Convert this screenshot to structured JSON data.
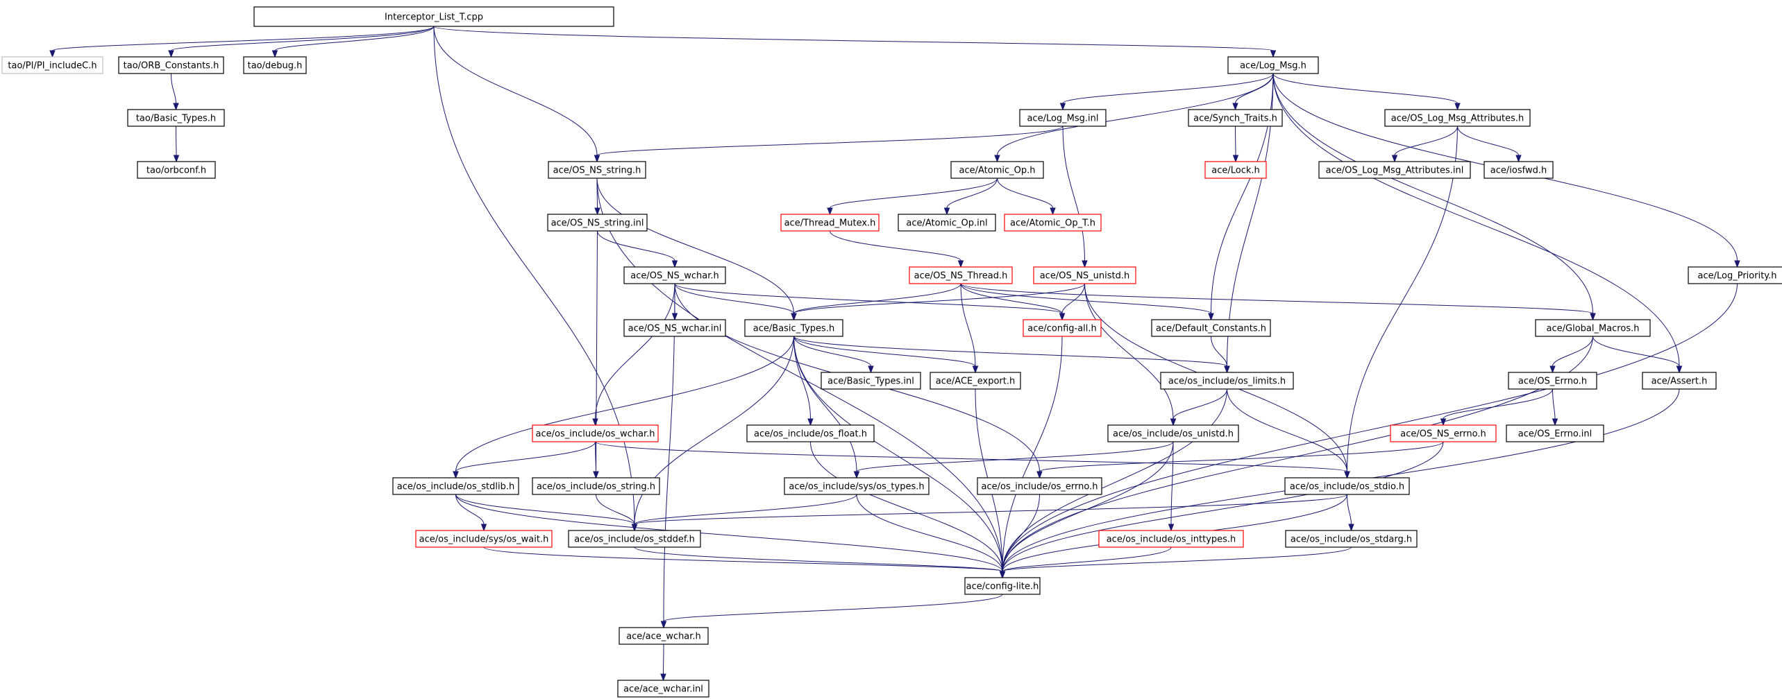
{
  "colors": {
    "edge": "#191970",
    "border_normal": "#000000",
    "border_truncated": "#ff0000",
    "border_external": "#bfbfbf",
    "root_fill": "#bfbfbf"
  },
  "nodes": [
    {
      "id": "root",
      "label": "Interceptor_List_T.cpp",
      "kind": "root"
    },
    {
      "id": "pi_includeC",
      "label": "tao/PI/PI_includeC.h",
      "kind": "external"
    },
    {
      "id": "orb_constants",
      "label": "tao/ORB_Constants.h",
      "kind": "normal"
    },
    {
      "id": "tao_debug",
      "label": "tao/debug.h",
      "kind": "normal"
    },
    {
      "id": "tao_basic_types",
      "label": "tao/Basic_Types.h",
      "kind": "normal"
    },
    {
      "id": "tao_orbconf",
      "label": "tao/orbconf.h",
      "kind": "normal"
    },
    {
      "id": "log_msg",
      "label": "ace/Log_Msg.h",
      "kind": "normal"
    },
    {
      "id": "log_msg_inl",
      "label": "ace/Log_Msg.inl",
      "kind": "normal"
    },
    {
      "id": "synch_traits",
      "label": "ace/Synch_Traits.h",
      "kind": "normal"
    },
    {
      "id": "os_log_msg_attr",
      "label": "ace/OS_Log_Msg_Attributes.h",
      "kind": "normal"
    },
    {
      "id": "lock_h",
      "label": "ace/Lock.h",
      "kind": "truncated"
    },
    {
      "id": "os_log_msg_attr_inl",
      "label": "ace/OS_Log_Msg_Attributes.inl",
      "kind": "normal"
    },
    {
      "id": "iosfwd",
      "label": "ace/iosfwd.h",
      "kind": "normal"
    },
    {
      "id": "os_ns_string",
      "label": "ace/OS_NS_string.h",
      "kind": "normal"
    },
    {
      "id": "atomic_op",
      "label": "ace/Atomic_Op.h",
      "kind": "normal"
    },
    {
      "id": "os_ns_string_inl",
      "label": "ace/OS_NS_string.inl",
      "kind": "normal"
    },
    {
      "id": "thread_mutex",
      "label": "ace/Thread_Mutex.h",
      "kind": "truncated"
    },
    {
      "id": "atomic_op_inl",
      "label": "ace/Atomic_Op.inl",
      "kind": "normal"
    },
    {
      "id": "atomic_op_t",
      "label": "ace/Atomic_Op_T.h",
      "kind": "truncated"
    },
    {
      "id": "os_ns_wchar",
      "label": "ace/OS_NS_wchar.h",
      "kind": "normal"
    },
    {
      "id": "os_ns_thread",
      "label": "ace/OS_NS_Thread.h",
      "kind": "truncated"
    },
    {
      "id": "os_ns_unistd",
      "label": "ace/OS_NS_unistd.h",
      "kind": "truncated"
    },
    {
      "id": "log_priority",
      "label": "ace/Log_Priority.h",
      "kind": "normal"
    },
    {
      "id": "os_ns_wchar_inl",
      "label": "ace/OS_NS_wchar.inl",
      "kind": "normal"
    },
    {
      "id": "ace_basic_types",
      "label": "ace/Basic_Types.h",
      "kind": "normal"
    },
    {
      "id": "config_all",
      "label": "ace/config-all.h",
      "kind": "truncated"
    },
    {
      "id": "default_constants",
      "label": "ace/Default_Constants.h",
      "kind": "normal"
    },
    {
      "id": "global_macros",
      "label": "ace/Global_Macros.h",
      "kind": "normal"
    },
    {
      "id": "basic_types_inl",
      "label": "ace/Basic_Types.inl",
      "kind": "normal"
    },
    {
      "id": "ace_export",
      "label": "ace/ACE_export.h",
      "kind": "normal"
    },
    {
      "id": "os_limits",
      "label": "ace/os_include/os_limits.h",
      "kind": "normal"
    },
    {
      "id": "os_errno_h",
      "label": "ace/OS_Errno.h",
      "kind": "normal"
    },
    {
      "id": "assert_h",
      "label": "ace/Assert.h",
      "kind": "normal"
    },
    {
      "id": "os_wchar",
      "label": "ace/os_include/os_wchar.h",
      "kind": "truncated"
    },
    {
      "id": "os_float",
      "label": "ace/os_include/os_float.h",
      "kind": "normal"
    },
    {
      "id": "os_unistd",
      "label": "ace/os_include/os_unistd.h",
      "kind": "normal"
    },
    {
      "id": "os_ns_errno",
      "label": "ace/OS_NS_errno.h",
      "kind": "truncated"
    },
    {
      "id": "os_errno_inl",
      "label": "ace/OS_Errno.inl",
      "kind": "normal"
    },
    {
      "id": "os_stdlib",
      "label": "ace/os_include/os_stdlib.h",
      "kind": "normal"
    },
    {
      "id": "os_string",
      "label": "ace/os_include/os_string.h",
      "kind": "normal"
    },
    {
      "id": "os_types",
      "label": "ace/os_include/sys/os_types.h",
      "kind": "normal"
    },
    {
      "id": "os_errno_inc",
      "label": "ace/os_include/os_errno.h",
      "kind": "normal"
    },
    {
      "id": "os_stdio",
      "label": "ace/os_include/os_stdio.h",
      "kind": "normal"
    },
    {
      "id": "os_wait",
      "label": "ace/os_include/sys/os_wait.h",
      "kind": "truncated"
    },
    {
      "id": "os_stddef",
      "label": "ace/os_include/os_stddef.h",
      "kind": "normal"
    },
    {
      "id": "os_inttypes",
      "label": "ace/os_include/os_inttypes.h",
      "kind": "truncated"
    },
    {
      "id": "os_stdarg",
      "label": "ace/os_include/os_stdarg.h",
      "kind": "normal"
    },
    {
      "id": "config_lite",
      "label": "ace/config-lite.h",
      "kind": "normal"
    },
    {
      "id": "ace_wchar",
      "label": "ace/ace_wchar.h",
      "kind": "normal"
    },
    {
      "id": "ace_wchar_inl",
      "label": "ace/ace_wchar.inl",
      "kind": "normal"
    }
  ],
  "edges": [
    [
      "root",
      "pi_includeC"
    ],
    [
      "root",
      "orb_constants"
    ],
    [
      "root",
      "tao_debug"
    ],
    [
      "root",
      "log_msg"
    ],
    [
      "root",
      "os_ns_string"
    ],
    [
      "root",
      "os_stddef"
    ],
    [
      "orb_constants",
      "tao_basic_types"
    ],
    [
      "tao_basic_types",
      "tao_orbconf"
    ],
    [
      "log_msg",
      "log_msg_inl"
    ],
    [
      "log_msg",
      "synch_traits"
    ],
    [
      "log_msg",
      "os_log_msg_attr"
    ],
    [
      "log_msg",
      "atomic_op"
    ],
    [
      "log_msg",
      "default_constants"
    ],
    [
      "log_msg",
      "os_limits"
    ],
    [
      "log_msg",
      "global_macros"
    ],
    [
      "log_msg",
      "assert_h"
    ],
    [
      "log_msg",
      "log_priority"
    ],
    [
      "log_msg_inl",
      "os_ns_string"
    ],
    [
      "log_msg_inl",
      "os_ns_unistd"
    ],
    [
      "synch_traits",
      "lock_h"
    ],
    [
      "os_log_msg_attr",
      "os_log_msg_attr_inl"
    ],
    [
      "os_log_msg_attr",
      "iosfwd"
    ],
    [
      "os_log_msg_attr",
      "os_stdio"
    ],
    [
      "os_ns_string",
      "os_ns_string_inl"
    ],
    [
      "os_ns_string",
      "ace_basic_types"
    ],
    [
      "os_ns_string",
      "config_lite"
    ],
    [
      "atomic_op",
      "thread_mutex"
    ],
    [
      "atomic_op",
      "atomic_op_inl"
    ],
    [
      "atomic_op",
      "atomic_op_t"
    ],
    [
      "thread_mutex",
      "os_ns_thread"
    ],
    [
      "os_ns_string_inl",
      "os_ns_wchar"
    ],
    [
      "os_ns_string_inl",
      "os_string"
    ],
    [
      "os_ns_wchar",
      "os_ns_wchar_inl"
    ],
    [
      "os_ns_wchar",
      "ace_basic_types"
    ],
    [
      "os_ns_wchar",
      "config_all"
    ],
    [
      "os_ns_wchar",
      "os_wchar"
    ],
    [
      "os_ns_wchar",
      "os_errno_inc"
    ],
    [
      "os_ns_wchar",
      "ace_wchar"
    ],
    [
      "os_ns_thread",
      "ace_basic_types"
    ],
    [
      "os_ns_thread",
      "config_all"
    ],
    [
      "os_ns_thread",
      "default_constants"
    ],
    [
      "os_ns_thread",
      "ace_export"
    ],
    [
      "os_ns_thread",
      "global_macros"
    ],
    [
      "os_ns_unistd",
      "ace_basic_types"
    ],
    [
      "os_ns_unistd",
      "config_all"
    ],
    [
      "os_ns_unistd",
      "os_unistd"
    ],
    [
      "os_ns_unistd",
      "os_stdio"
    ],
    [
      "ace_basic_types",
      "basic_types_inl"
    ],
    [
      "ace_basic_types",
      "ace_export"
    ],
    [
      "ace_basic_types",
      "os_limits"
    ],
    [
      "ace_basic_types",
      "os_float"
    ],
    [
      "ace_basic_types",
      "os_types"
    ],
    [
      "ace_basic_types",
      "os_stdlib"
    ],
    [
      "ace_basic_types",
      "os_stddef"
    ],
    [
      "ace_basic_types",
      "config_lite"
    ],
    [
      "config_all",
      "config_lite"
    ],
    [
      "default_constants",
      "os_limits"
    ],
    [
      "global_macros",
      "os_errno_h"
    ],
    [
      "global_macros",
      "assert_h"
    ],
    [
      "global_macros",
      "config_lite"
    ],
    [
      "os_limits",
      "os_unistd"
    ],
    [
      "os_limits",
      "os_stdio"
    ],
    [
      "os_limits",
      "config_lite"
    ],
    [
      "os_errno_h",
      "os_ns_errno"
    ],
    [
      "os_errno_h",
      "os_errno_inl"
    ],
    [
      "ace_export",
      "config_lite"
    ],
    [
      "os_wchar",
      "os_stdlib"
    ],
    [
      "os_wchar",
      "os_string"
    ],
    [
      "os_wchar",
      "os_stdio"
    ],
    [
      "os_float",
      "config_lite"
    ],
    [
      "os_unistd",
      "os_types"
    ],
    [
      "os_unistd",
      "os_inttypes"
    ],
    [
      "os_unistd",
      "config_lite"
    ],
    [
      "os_ns_errno",
      "os_errno_inc"
    ],
    [
      "os_ns_errno",
      "config_lite"
    ],
    [
      "os_stdlib",
      "os_wait"
    ],
    [
      "os_stdlib",
      "os_stddef"
    ],
    [
      "os_stdlib",
      "config_lite"
    ],
    [
      "os_string",
      "os_stddef"
    ],
    [
      "os_types",
      "os_stddef"
    ],
    [
      "os_types",
      "config_lite"
    ],
    [
      "os_errno_inc",
      "config_lite"
    ],
    [
      "os_stdio",
      "os_stdarg"
    ],
    [
      "os_stdio",
      "os_stddef"
    ],
    [
      "os_stdio",
      "config_lite"
    ],
    [
      "os_wait",
      "config_lite"
    ],
    [
      "os_stddef",
      "config_lite"
    ],
    [
      "os_inttypes",
      "config_lite"
    ],
    [
      "os_stdarg",
      "config_lite"
    ],
    [
      "assert_h",
      "config_lite"
    ],
    [
      "log_priority",
      "config_lite"
    ],
    [
      "config_lite",
      "ace_wchar"
    ],
    [
      "ace_wchar",
      "ace_wchar_inl"
    ]
  ]
}
